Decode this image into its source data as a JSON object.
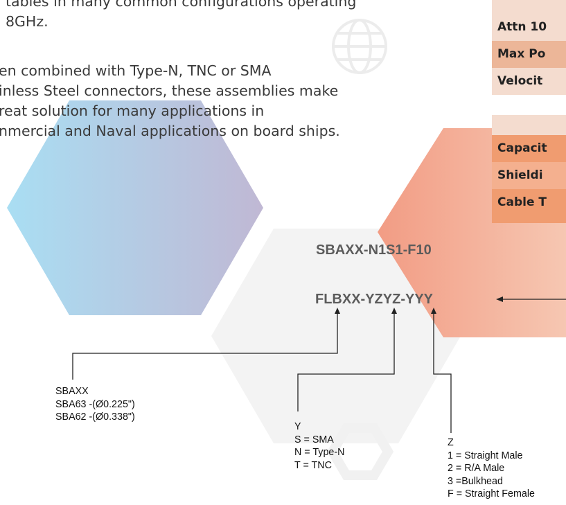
{
  "description": {
    "paragraph_1": [
      "tables in many common configurations operating",
      "8GHz."
    ],
    "paragraph_2": [
      "en combined with Type-N, TNC or SMA",
      "inless Steel connectors, these assemblies make",
      "reat solution for many applications in",
      "nmercial and Naval applications on board ships."
    ]
  },
  "spec_table": {
    "rows": [
      "Attn 10",
      "Max Po",
      "Velocit",
      "Capacit",
      "Shieldi",
      "Cable T"
    ]
  },
  "part_number": {
    "example": "SBAXX-N1S1-F10",
    "template": "FLBXX-YZYZ-YYY"
  },
  "legends": {
    "cable": {
      "title": "SBAXX",
      "items": [
        "SBA63 -(Ø0.225\")",
        "SBA62 -(Ø0.338\")"
      ]
    },
    "connector": {
      "title": "Y",
      "items": [
        "S = SMA",
        "N = Type-N",
        "T = TNC"
      ]
    },
    "style": {
      "title": "Z",
      "items": [
        "1 = Straight Male",
        "2 = R/A Male",
        "3 =Bulkhead",
        "F = Straight Female"
      ]
    }
  },
  "icons": [
    "globe-icon",
    "hexagon-outline-icon"
  ],
  "colors": {
    "text": "#3a3a3a",
    "table_header": "#f4dccf",
    "table_row_light": "#ecb698",
    "table_row_dark": "#f09c70",
    "gradient_blue": "#a9def3",
    "gradient_purple": "#c0b8d4",
    "gradient_salmon": "#f29c84",
    "gradient_peach": "#f6c7b2"
  }
}
